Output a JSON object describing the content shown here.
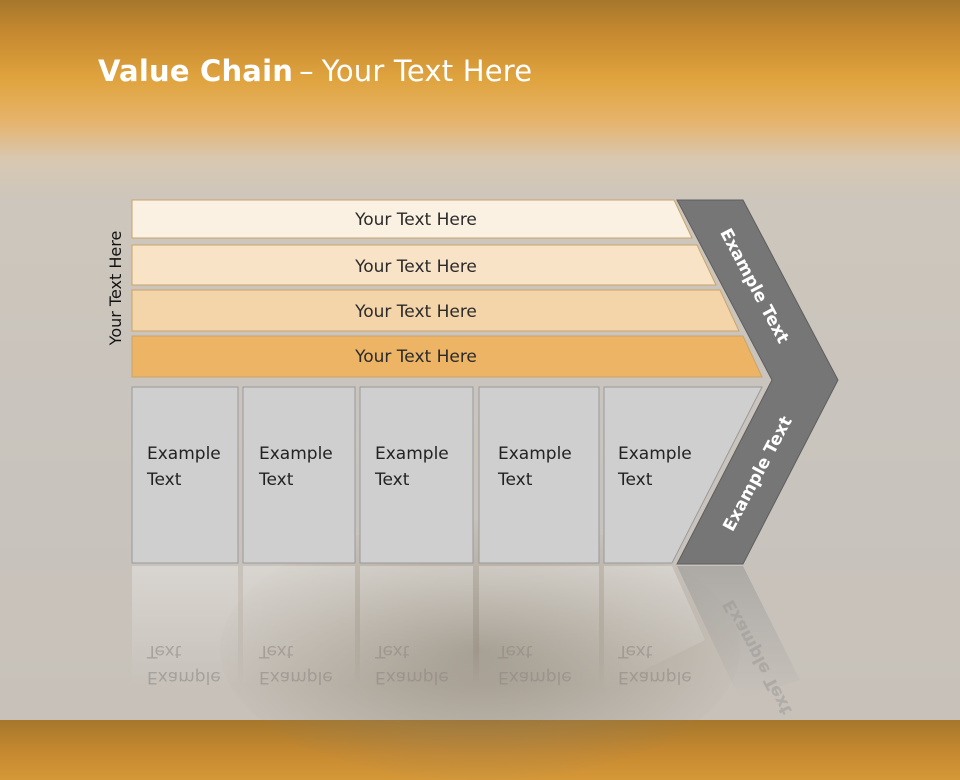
{
  "title": {
    "main": "Value Chain",
    "separator": "–",
    "rest": "Your Text Here"
  },
  "side_label": "Your Text Here",
  "bars": [
    {
      "label": "Your Text Here",
      "color": "#fbf1e2"
    },
    {
      "label": "Your Text Here",
      "color": "#f8e3c6"
    },
    {
      "label": "Your Text Here",
      "color": "#f4d5a9"
    },
    {
      "label": "Your Text Here",
      "color": "#ecb464"
    }
  ],
  "chevron": {
    "top_label": "Example Text",
    "bottom_label": "Example Text",
    "color": "#767676"
  },
  "boxes": [
    {
      "line1": "Example",
      "line2": "Text"
    },
    {
      "line1": "Example",
      "line2": "Text"
    },
    {
      "line1": "Example",
      "line2": "Text"
    },
    {
      "line1": "Example",
      "line2": "Text"
    },
    {
      "line1": "Example",
      "line2": "Text"
    }
  ],
  "colors": {
    "box_fill": "#cfcfcf",
    "box_border": "#9a9a9a",
    "bar_border": "#c9a46b"
  }
}
